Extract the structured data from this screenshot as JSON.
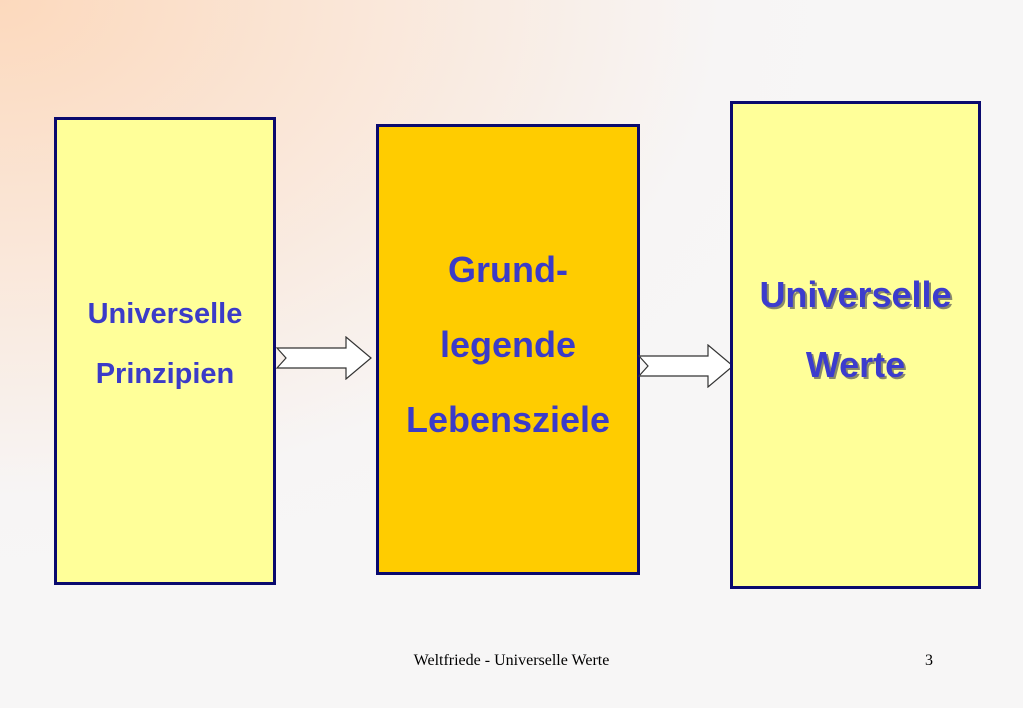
{
  "diagram": {
    "boxes": [
      {
        "lines": [
          "Universelle",
          "Prinzipien"
        ],
        "fill": "#ffff99"
      },
      {
        "lines": [
          "Grund-",
          "legende",
          "Lebensziele"
        ],
        "fill": "#ffcc00"
      },
      {
        "lines": [
          "Universelle",
          "Werte"
        ],
        "fill": "#ffff99"
      }
    ],
    "arrows": [
      {
        "from": "Universelle Prinzipien",
        "to": "Grund-legende Lebensziele",
        "icon": "right-block-arrow"
      },
      {
        "from": "Grund-legende Lebensziele",
        "to": "Universelle Werte",
        "icon": "right-block-arrow"
      }
    ],
    "colors": {
      "border": "#0a0a6e",
      "text": "#3b3bc8"
    }
  },
  "footer": {
    "title": "Weltfriede - Universelle Werte",
    "page_number": "3"
  }
}
